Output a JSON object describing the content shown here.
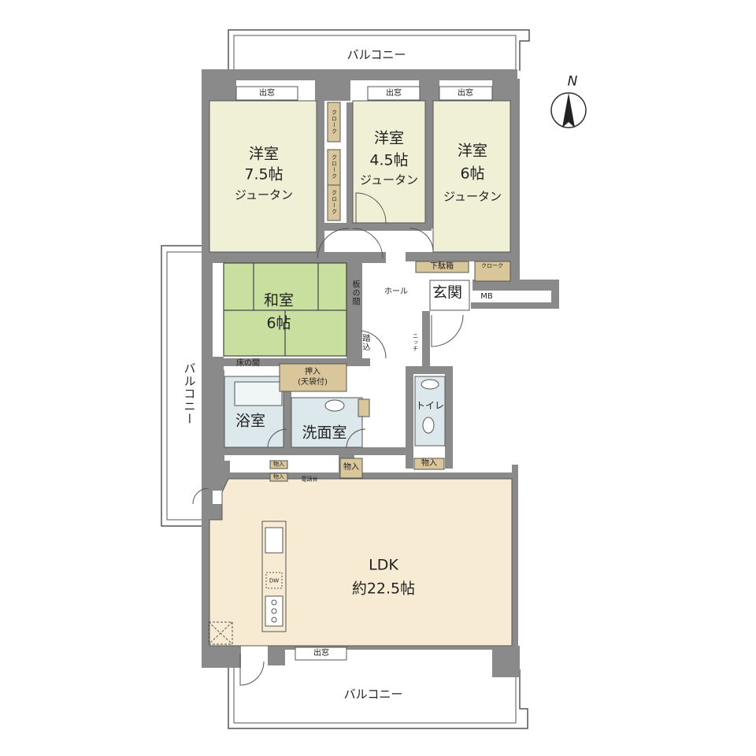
{
  "colors": {
    "wall": "#8a8a8a",
    "western_room": "#eff0d6",
    "japanese_room": "#c9df9f",
    "storage": "#d9c69a",
    "wet_area": "#dde8ec",
    "ldk": "#f7ebd3",
    "balcony_line": "#555555"
  },
  "compass": {
    "label": "N",
    "icon": "north-arrow-icon"
  },
  "balconies": {
    "top": "バルコニー",
    "left": "バルコニー",
    "bottom": "バルコニー"
  },
  "bay_windows": [
    "出窓",
    "出窓",
    "出窓",
    "出窓"
  ],
  "rooms": {
    "western1": {
      "name": "洋室",
      "size": "7.5帖",
      "floor": "ジュータン"
    },
    "western2": {
      "name": "洋室",
      "size": "4.5帖",
      "floor": "ジュータン"
    },
    "western3": {
      "name": "洋室",
      "size": "6帖",
      "floor": "ジュータン"
    },
    "japanese": {
      "name": "和室",
      "size": "6帖"
    },
    "bath": {
      "name": "浴室"
    },
    "washroom": {
      "name": "洗面室"
    },
    "toilet": {
      "name": "トイレ"
    },
    "entrance": {
      "name": "玄関"
    },
    "hall": {
      "name": "ホール"
    },
    "ldk": {
      "name": "LDK",
      "size": "約22.5帖"
    }
  },
  "fixtures": {
    "cloak": "クローク",
    "cloak2": "クローク",
    "cloak3": "クローク",
    "cloak4": "クローク",
    "wood_floor": "板の間",
    "tokonoma": "床の間",
    "oshiire": "押入",
    "oshiire_sub": "(天袋付)",
    "fumikomi": "踏込",
    "niche": "ニッチ",
    "shoe_box": "下駄箱",
    "mb": "MB",
    "storage1": "物入",
    "storage2": "物入",
    "storage3": "物入",
    "storage4": "物入",
    "phone_stand": "電話台",
    "dishwasher": "DW"
  }
}
